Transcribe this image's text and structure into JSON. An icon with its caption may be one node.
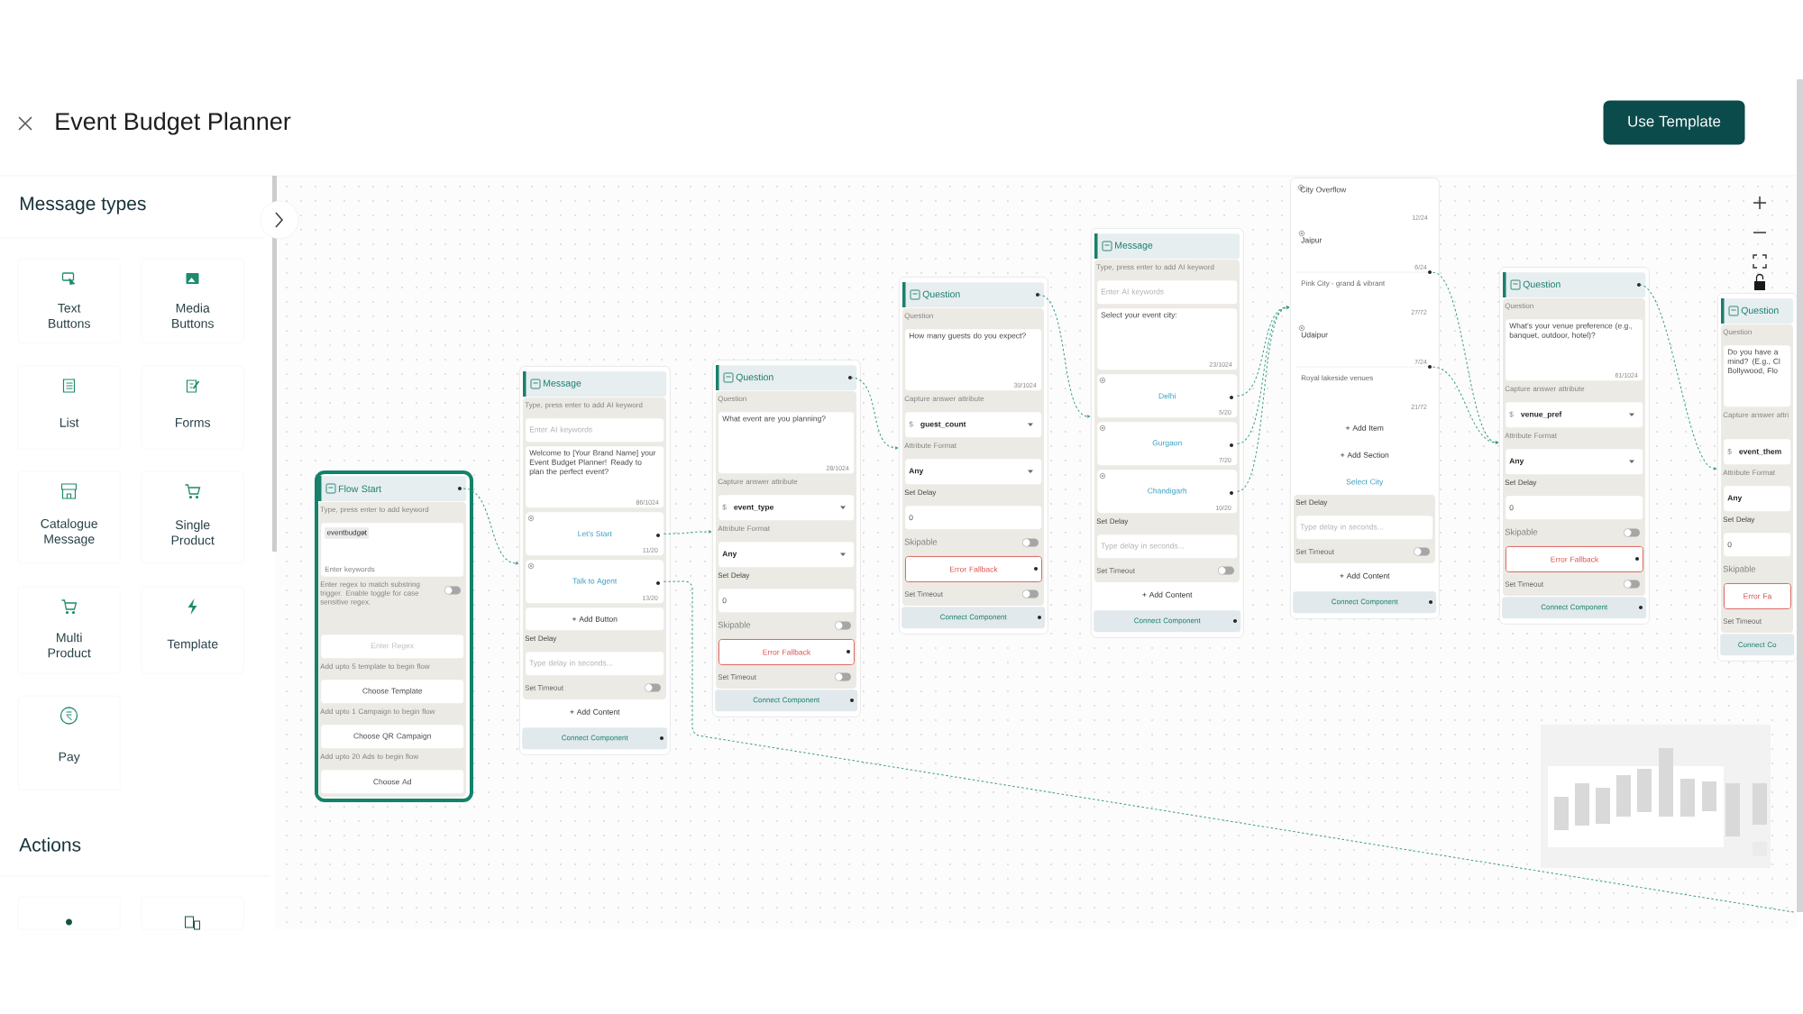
{
  "diagram": {
    "title": "Event Budget Planner",
    "nodes": [
      {
        "text": [
          "Text Buttons"
        ]
      },
      {
        "text": [
          "Media Buttons"
        ]
      },
      {
        "text": [
          "List"
        ]
      },
      {
        "text": [
          "Forms"
        ]
      },
      {
        "text": [
          "Catalogue Message"
        ]
      },
      {
        "text": [
          "Single Product"
        ]
      },
      {
        "text": [
          "Multi Product"
        ]
      },
      {
        "text": [
          "Template"
        ]
      },
      {
        "text": [
          "Pay"
        ]
      },
      {
        "text": [],
        "shape": "box"
      },
      {
        "text": [],
        "shape": "box"
      },
      {
        "text": [
          "Flow Start",
          "Type, press enter to add keyword",
          "eventbudget",
          "Enter keywords",
          "Enter regex to match substring trigger. Enable toggle for case sensitive regex.",
          "Enter Regex",
          "Add upto 5 template to begin flow",
          "Choose Template",
          "Add upto 1 Campaign to begin flow",
          "Choose QR Campaign",
          "Add upto 20 Ads to begin flow",
          "Choose Ad"
        ]
      },
      {
        "text": [
          "Message",
          "Type, press enter to add AI keyword",
          "Enter AI keywords",
          "Welcome to [Your Brand Name] your Event Budget Planner! Ready to plan the perfect event?",
          "86/1024",
          "+ Add Button",
          "Set Delay",
          "Type delay in seconds...",
          "Set Timeout",
          "+ Add Content",
          "Connect Component"
        ]
      },
      {
        "text": [
          "Let's Start",
          "11/20"
        ],
        "in": 12
      },
      {
        "text": [
          "Talk to Agent",
          "13/20"
        ],
        "in": 12
      },
      {
        "text": [
          "Question",
          "Question",
          "What event are you planning?",
          "28/1024",
          "Capture answer attribute",
          "$",
          "event_type",
          "Attribute Format",
          "Any",
          "Set Delay",
          "0",
          "Skipable",
          "Error Fallback",
          "Set Timeout",
          "Connect Component"
        ]
      },
      {
        "text": [
          "Question",
          "Question",
          "How many guests do you expect?",
          "30/1024",
          "Capture answer attribute",
          "$",
          "guest_count",
          "Attribute Format",
          "Any",
          "Set Delay",
          "0",
          "Skipable",
          "Error Fallback",
          "Set Timeout",
          "Connect Component"
        ]
      },
      {
        "text": [
          "Message",
          "Type, press enter to add AI keyword",
          "Enter AI keywords",
          "Select your event city:",
          "23/1024",
          "Set Delay",
          "Type delay in seconds...",
          "Set Timeout",
          "+ Add Content",
          "Connect Component"
        ]
      },
      {
        "text": [
          "Delhi",
          "5/20"
        ],
        "in": 17
      },
      {
        "text": [
          "Gurgaon",
          "7/20"
        ],
        "in": 17
      },
      {
        "text": [
          "Chandigarh",
          "10/20"
        ],
        "in": 17
      },
      {
        "text": [
          "City Overflow",
          "12/24",
          "+ Add Item",
          "+ Add Section",
          "Select City",
          "Set Delay",
          "Type delay in seconds...",
          "Set Timeout",
          "+ Add Content",
          "Connect Component"
        ]
      },
      {
        "text": [
          "Jaipur",
          "6/24",
          "Pink City - grand & vibrant",
          "27/72"
        ],
        "in": 21
      },
      {
        "text": [
          "Udaipur",
          "7/24",
          "Royal lakeside venues",
          "21/72"
        ],
        "in": 21
      },
      {
        "text": [
          "Question",
          "Question",
          "What's your venue preference (e.g., banquet, outdoor, hotel)?",
          "61/1024",
          "Capture answer attribute",
          "$",
          "venue_pref",
          "Attribute Format",
          "Any",
          "Set Delay",
          "0",
          "Skipable",
          "Error Fallback",
          "Set Timeout",
          "Connect Component"
        ]
      },
      {
        "text": [
          "Question",
          "Question",
          "Do you have a mind? (E.g., Cl Bollywood, Flo",
          "Capture answer attri",
          "$",
          "event_them",
          "Attribute Format",
          "Any",
          "Set Delay",
          "0",
          "Skipable",
          "Error Fa",
          "Set Timeout",
          "Connect Co"
        ]
      }
    ],
    "edges": [
      {
        "from": 11,
        "to": 12,
        "arrow": "to"
      },
      {
        "from": 13,
        "to": 15,
        "arrow": "to"
      },
      {
        "from": 14,
        "to": null,
        "arrow": "none"
      },
      {
        "from": 15,
        "to": 16,
        "arrow": "to"
      },
      {
        "from": 16,
        "to": 17,
        "arrow": "to"
      },
      {
        "from": 18,
        "to": 21,
        "arrow": "to"
      },
      {
        "from": 19,
        "to": 21,
        "arrow": "to"
      },
      {
        "from": 20,
        "to": 21,
        "arrow": "to"
      },
      {
        "from": 22,
        "to": 24,
        "arrow": "to"
      },
      {
        "from": 23,
        "to": 24,
        "arrow": "to"
      },
      {
        "from": 24,
        "to": 25,
        "arrow": "to"
      }
    ],
    "labels": [
      "Use Template",
      "Message types",
      "Actions"
    ]
  }
}
